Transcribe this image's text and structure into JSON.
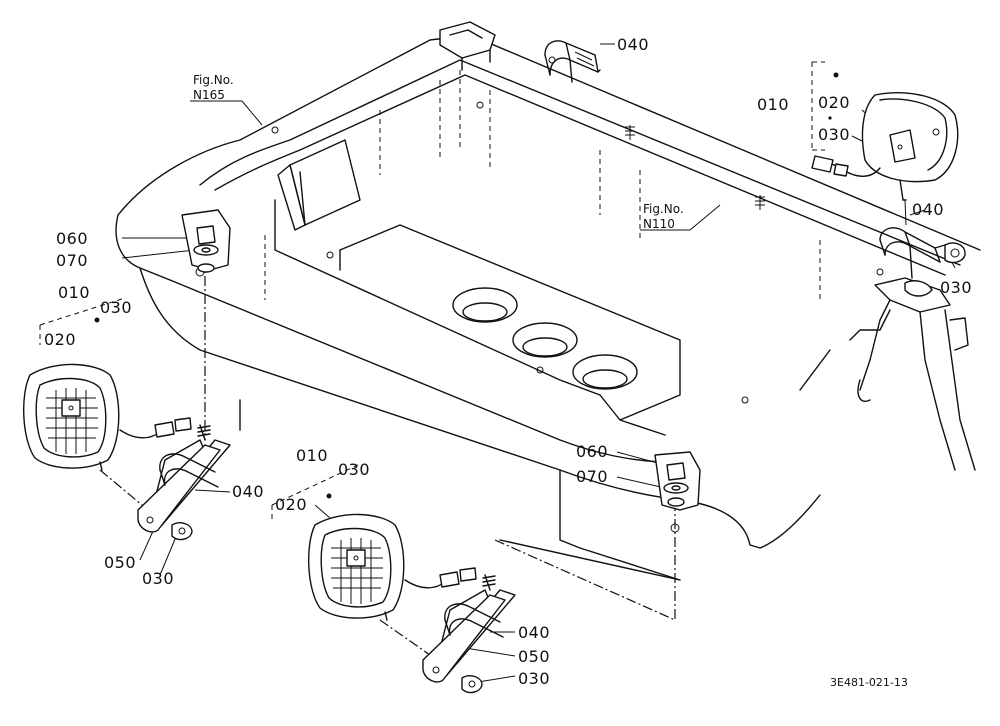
{
  "fig_refs": {
    "left": {
      "label": "Fig.No.",
      "number": "N165"
    },
    "right": {
      "label": "Fig.No.",
      "number": "N110"
    }
  },
  "drawing_code": "3E481-021-13",
  "callouts": {
    "top_bracket_040": "040",
    "upper_right_010": "010",
    "upper_right_020": "020",
    "upper_right_030": "030",
    "right_bracket_040": "040",
    "right_nut_030": "030",
    "left_060": "060",
    "left_070": "070",
    "left_010": "010",
    "left_030": "030",
    "left_020": "020",
    "left_040": "040",
    "left_050": "050",
    "left_nut_030": "030",
    "center_010": "010",
    "center_030": "030",
    "center_020": "020",
    "right_060": "060",
    "right_070": "070",
    "center_040": "040",
    "center_050": "050",
    "center_nut_030": "030"
  }
}
